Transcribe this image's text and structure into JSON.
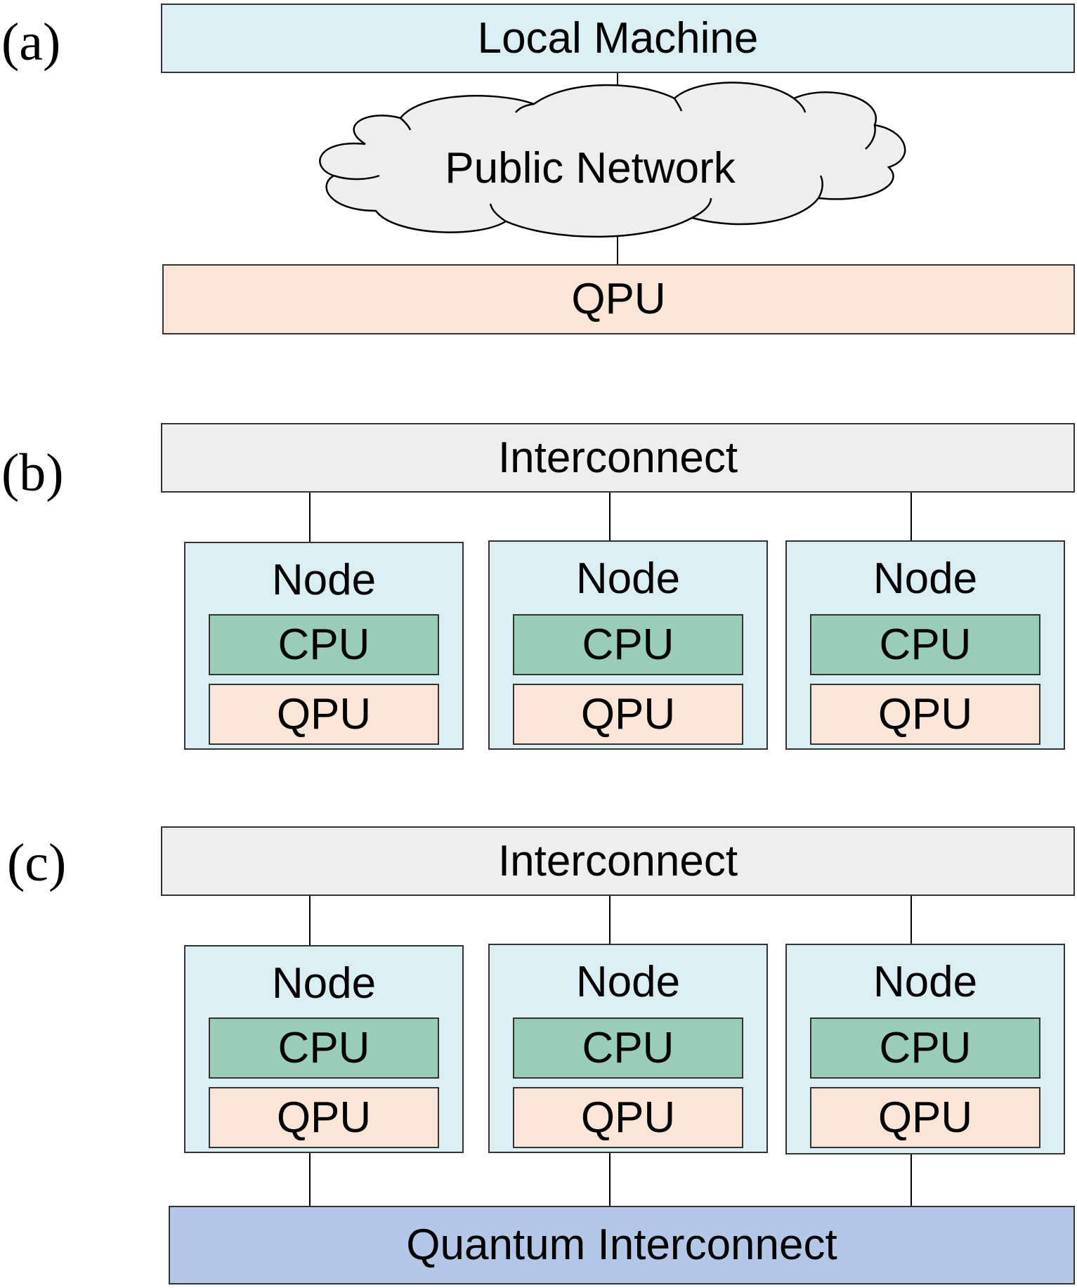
{
  "colors": {
    "local_machine": "#dbeef4",
    "cloud": "#eeeeee",
    "qpu": "#fbe5d6",
    "interconnect": "#eeeeee",
    "node": "#dbeef4",
    "cpu": "#99cdb8",
    "quantum_interconnect": "#b4c7e7"
  },
  "panel_a": {
    "label": "(a)",
    "local_machine": "Local Machine",
    "network": "Public Network",
    "qpu": "QPU"
  },
  "panel_b": {
    "label": "(b)",
    "interconnect": "Interconnect",
    "nodes": [
      {
        "title": "Node",
        "cpu": "CPU",
        "qpu": "QPU"
      },
      {
        "title": "Node",
        "cpu": "CPU",
        "qpu": "QPU"
      },
      {
        "title": "Node",
        "cpu": "CPU",
        "qpu": "QPU"
      }
    ]
  },
  "panel_c": {
    "label": "(c)",
    "interconnect": "Interconnect",
    "nodes": [
      {
        "title": "Node",
        "cpu": "CPU",
        "qpu": "QPU"
      },
      {
        "title": "Node",
        "cpu": "CPU",
        "qpu": "QPU"
      },
      {
        "title": "Node",
        "cpu": "CPU",
        "qpu": "QPU"
      }
    ],
    "quantum_interconnect": "Quantum Interconnect"
  }
}
